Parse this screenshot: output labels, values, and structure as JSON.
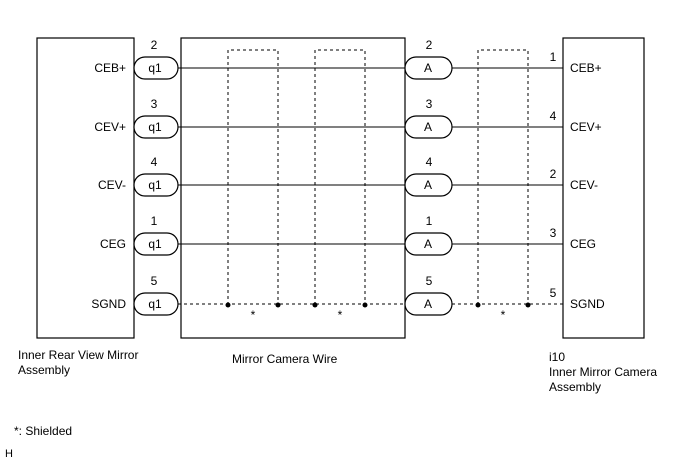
{
  "left_component": {
    "lines": [
      "Inner Rear View Mirror",
      "Assembly"
    ]
  },
  "middle_component": {
    "label": "Mirror Camera Wire"
  },
  "right_component": {
    "lines": [
      "i10",
      "Inner Mirror Camera",
      "Assembly"
    ]
  },
  "shield_mark": "*",
  "footnote": "*: Shielded",
  "corner_mark": "H",
  "left_connector": "q1",
  "junction_connector": "A",
  "signals": [
    {
      "left_name": "CEB+",
      "left_pin": "2",
      "junction_pin": "2",
      "right_pin": "1",
      "right_name": "CEB+",
      "shielded": false
    },
    {
      "left_name": "CEV+",
      "left_pin": "3",
      "junction_pin": "3",
      "right_pin": "4",
      "right_name": "CEV+",
      "shielded": false
    },
    {
      "left_name": "CEV-",
      "left_pin": "4",
      "junction_pin": "4",
      "right_pin": "2",
      "right_name": "CEV-",
      "shielded": false
    },
    {
      "left_name": "CEG",
      "left_pin": "1",
      "junction_pin": "1",
      "right_pin": "3",
      "right_name": "CEG",
      "shielded": false
    },
    {
      "left_name": "SGND",
      "left_pin": "5",
      "junction_pin": "5",
      "right_pin": "5",
      "right_name": "SGND",
      "shielded": true
    }
  ]
}
